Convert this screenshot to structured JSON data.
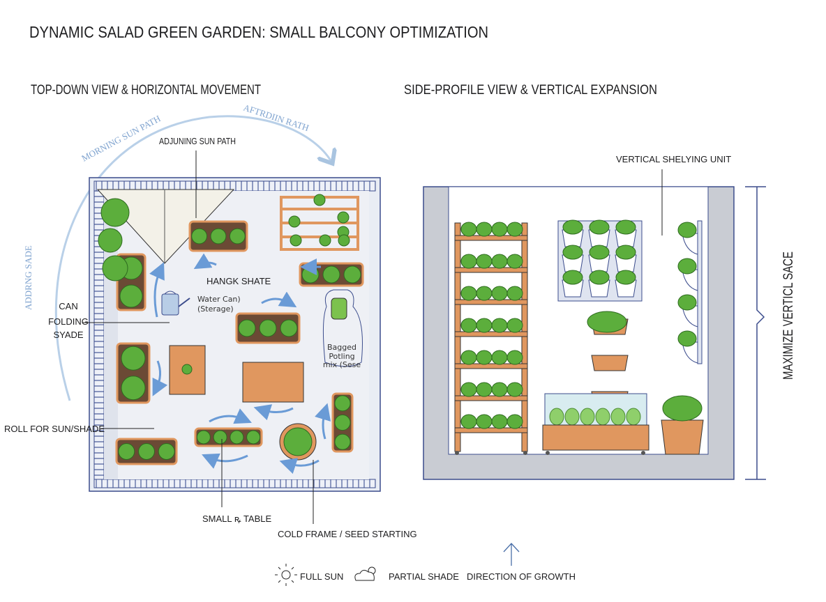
{
  "title": "DYNAMIC SALAD GREEN GARDEN: SMALL BALCONY OPTIMIZATION",
  "top_down": {
    "heading": "TOP-DOWN VIEW & HORIZONTAL MOVEMENT",
    "morning_path": "MORNING SUN PATH",
    "afternoon_path": "AFTRDIIN RATH",
    "left_arc": "ADDRNG SADE",
    "adjusting_sun_path": "ADJUNING SUN PATH",
    "hanging_shade": "HANGK SHATE",
    "water_can": [
      "Water Can)",
      "(Sterage)"
    ],
    "folding_shade": [
      "CAN",
      "FOLDING",
      "SYADE"
    ],
    "bagged_mix": [
      "Bagged",
      "Potling",
      "mix (Sese"
    ],
    "roll_label": "ROLL FOR SUN/SHADE",
    "small_table": "SMALL ꝶ TABLE",
    "cold_frame": "COLD FRAME / SEED STARTING"
  },
  "side_profile": {
    "heading": "SIDE-PROFILE VIEW & VERTICAL EXPANSION",
    "shelving_label": "VERTICAL SHELYING UNIT",
    "vertical_label": "MAXIMIZE VERTICL SACE"
  },
  "legend": {
    "full_sun": "FULL SUN",
    "partial_shade": "PARTIAL SHADE",
    "direction": "DIRECTION OF GROWTH"
  },
  "colors": {
    "accent_blue": "#7fa3cf",
    "wall": "#c9ccd3",
    "outline": "#3b4c8c",
    "wood": "#e0975f",
    "soil": "#6b4a35",
    "leaf": "#5cae3c"
  }
}
